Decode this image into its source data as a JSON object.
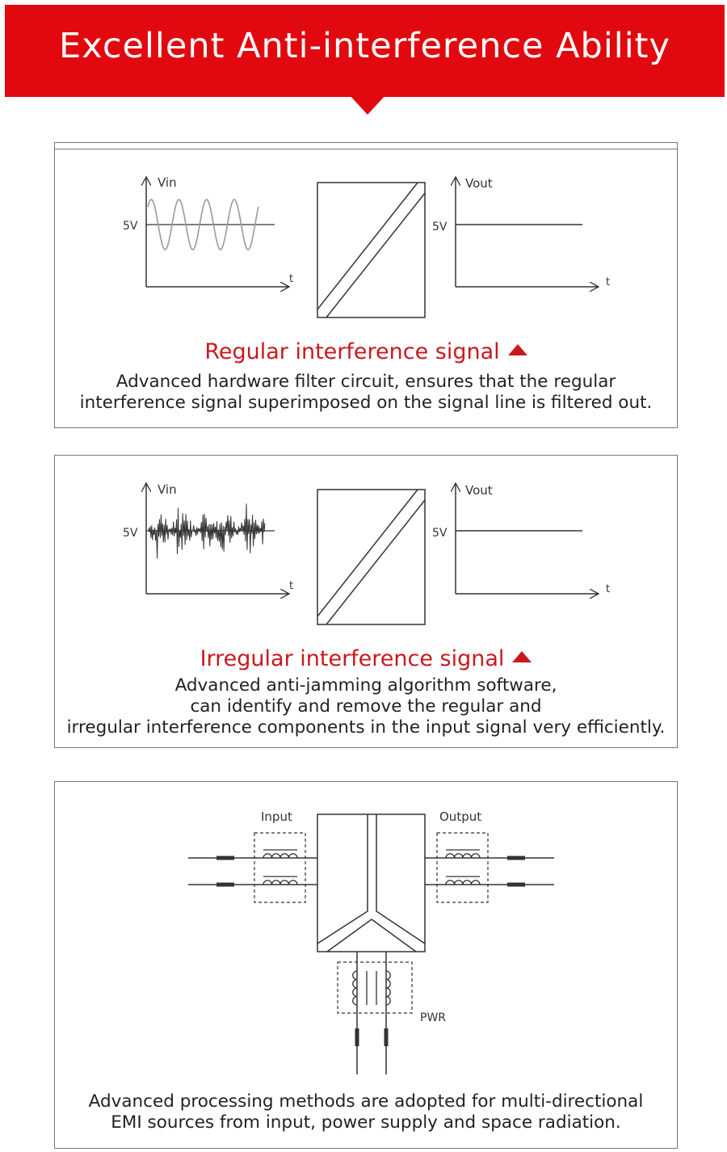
{
  "header": {
    "title": "Excellent Anti-interference Ability"
  },
  "panels": {
    "regular": {
      "heading": "Regular interference signal",
      "description": [
        "Advanced hardware filter circuit, ensures that the regular",
        "interference signal superimposed on the signal line is filtered out."
      ]
    },
    "irregular": {
      "heading": "Irregular interference signal",
      "description": [
        "Advanced anti-jamming algorithm software,",
        "can identify and remove the regular and",
        "irregular interference components in the input signal very efficiently."
      ]
    },
    "emi": {
      "description": [
        "Advanced processing methods are adopted for multi-directional",
        "EMI sources from input, power supply and space radiation."
      ]
    }
  },
  "graph_labels": {
    "vin": "Vin",
    "vout": "Vout",
    "level": "5V",
    "time": "t"
  },
  "emi_labels": {
    "input": "Input",
    "output": "Output",
    "power": "PWR"
  },
  "colors": {
    "banner": "#e1090f",
    "heading": "#c8191f",
    "line": "#333333",
    "wave": "#9a9a9a"
  }
}
